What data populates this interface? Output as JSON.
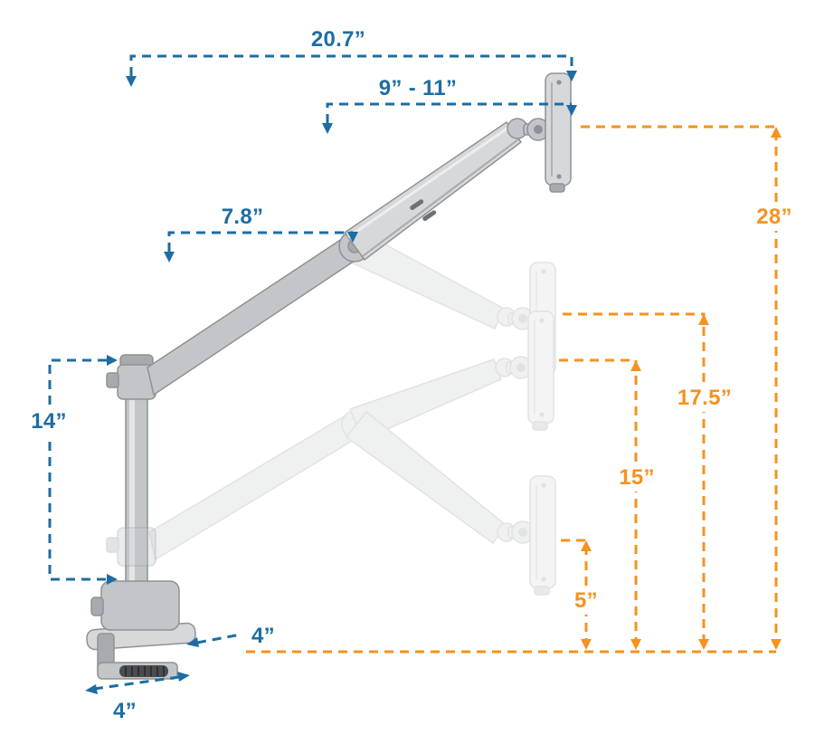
{
  "diagram": {
    "subject": "Articulating monitor arm desk mount with dimension callouts",
    "colors": {
      "dimension_blue": "#1d6da3",
      "dimension_orange": "#f6921e",
      "arm_silver": "#c6c9cc"
    }
  },
  "labels": {
    "total_reach": "20.7”",
    "arm_extension": "9” - 11”",
    "lower_arm": "7.8”",
    "pole_height": "14”",
    "clamp_depth": "4”",
    "base_width": "4”",
    "max_height": "28”",
    "height_17_5": "17.5”",
    "height_15": "15”",
    "min_height": "5”"
  }
}
